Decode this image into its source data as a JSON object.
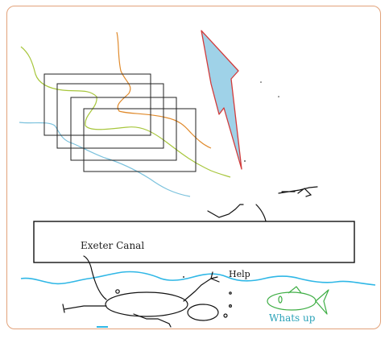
{
  "canvas": {
    "border_color": "#e2a27a",
    "background": "#ffffff"
  },
  "labels": {
    "canal": "Exeter Canal",
    "help": "Help",
    "whats_up": "Whats up"
  },
  "colors": {
    "ink": "#111111",
    "water_line": "#2fb7e6",
    "lightning_fill": "#9fd2e8",
    "lightning_outline": "#d23b3b",
    "fish": "#3fae45",
    "whats_up_text": "#2aa2b8",
    "scribble_lime": "#a7c63c",
    "scribble_orange": "#e08a2c",
    "scribble_sky": "#7cc2dd"
  },
  "icons": [
    "lightning-bolt-icon",
    "fish-icon",
    "stick-figure-icon"
  ]
}
